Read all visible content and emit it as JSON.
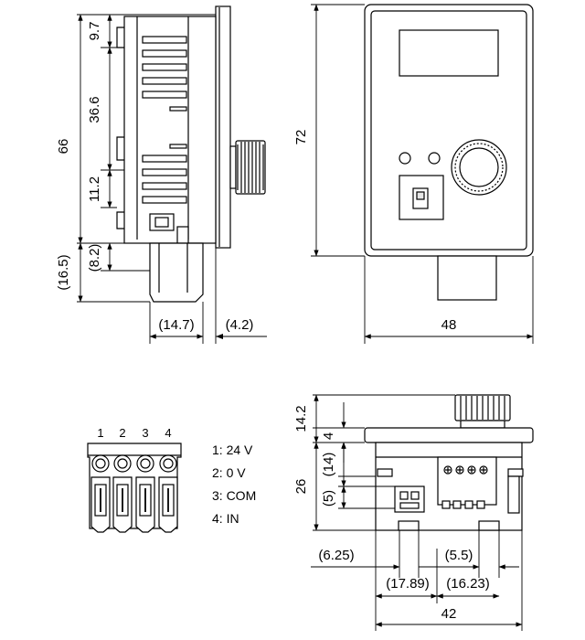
{
  "side_view": {
    "dims": {
      "d_9_7": "9.7",
      "d_36_6": "36.6",
      "d_11_2": "11.2",
      "d_66": "66",
      "d_16_5": "(16.5)",
      "d_8_2": "(8.2)",
      "d_14_7": "(14.7)",
      "d_4_2": "(4.2)"
    }
  },
  "front_view": {
    "dims": {
      "height": "72",
      "width": "48"
    }
  },
  "terminal_block": {
    "numbers": [
      "1",
      "2",
      "3",
      "4"
    ],
    "legend": [
      "1: 24 V",
      "2: 0 V",
      "3: COM",
      "4: IN"
    ]
  },
  "bottom_view": {
    "dims": {
      "d_14_2": "14.2",
      "d_4": "4",
      "d_14": "(14)",
      "d_26": "26",
      "d_5": "(5)",
      "d_6_25": "(6.25)",
      "d_5_5": "(5.5)",
      "d_17_89": "(17.89)",
      "d_16_23": "(16.23)",
      "d_42": "42"
    }
  },
  "colors": {
    "line": "#000000",
    "fill_light": "#e6e6e6",
    "background": "#ffffff"
  }
}
